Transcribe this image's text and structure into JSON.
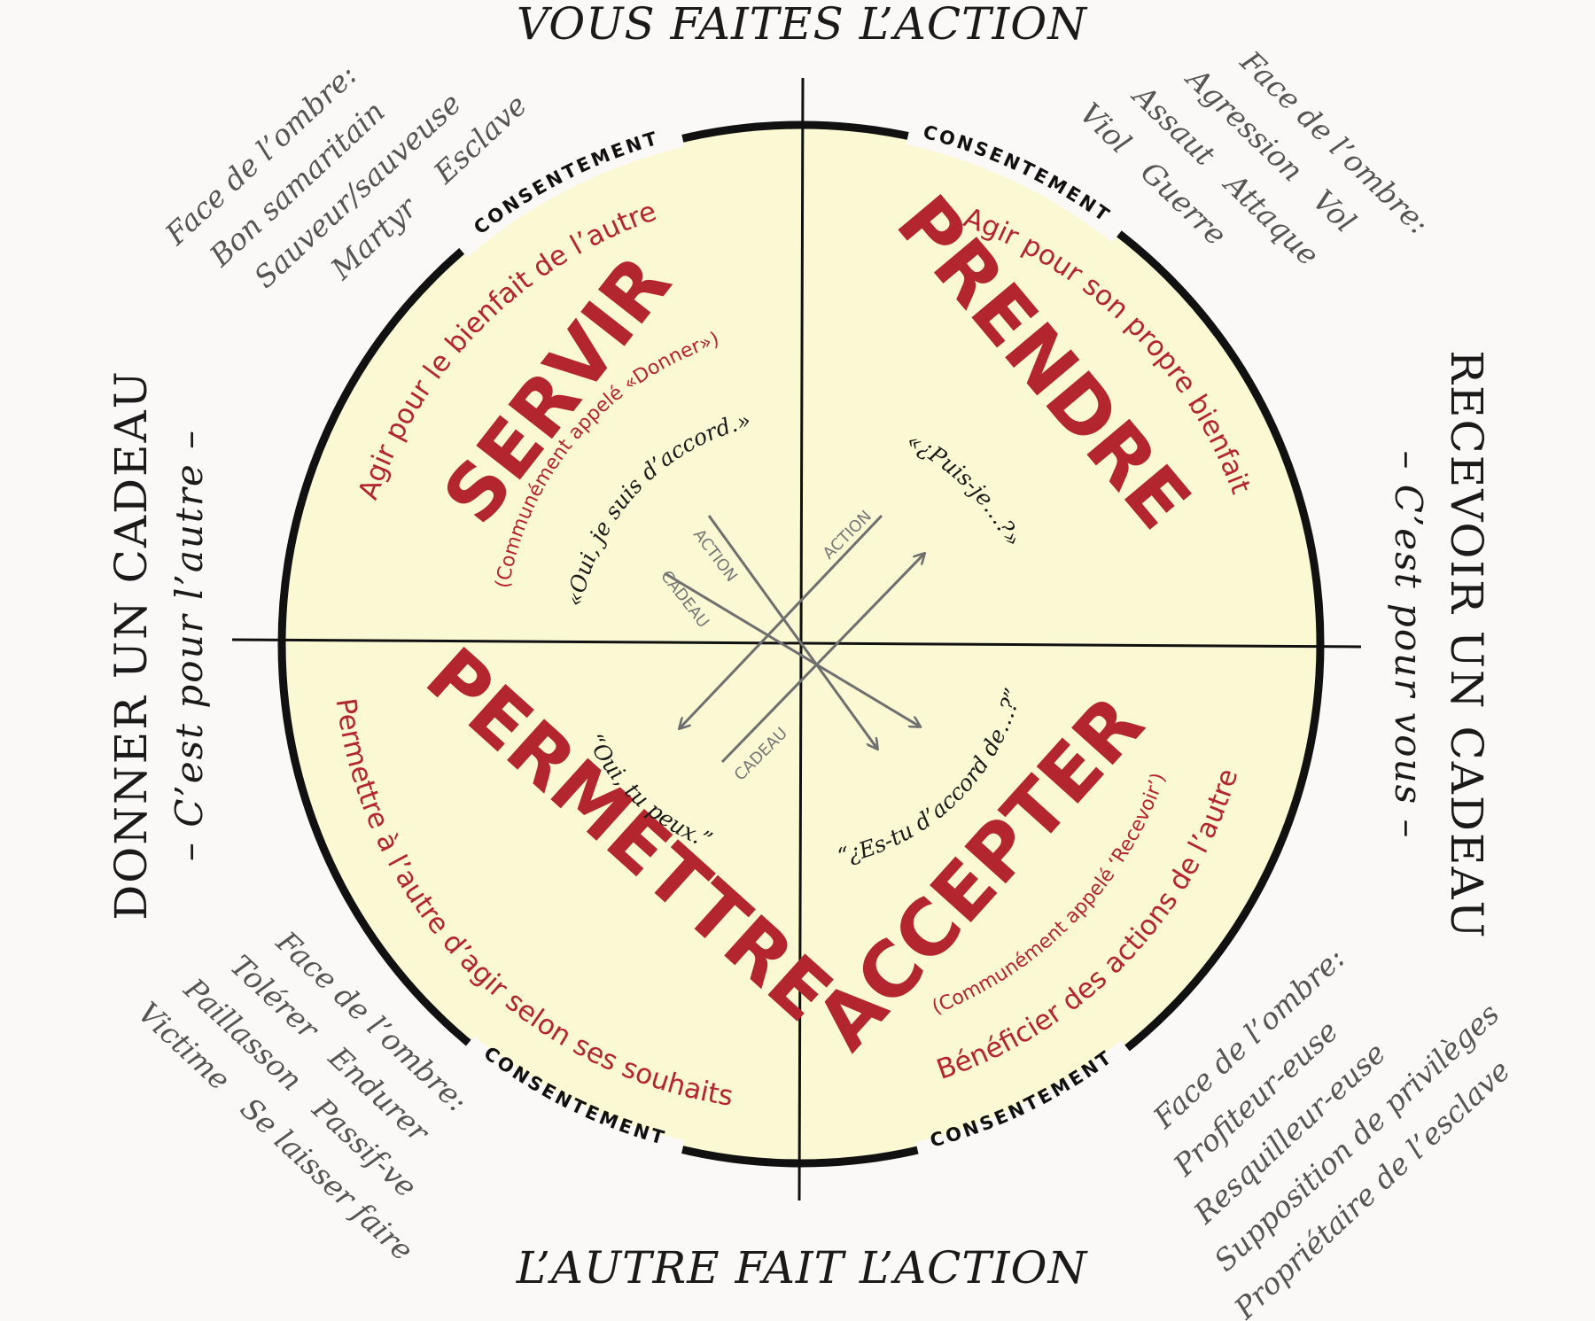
{
  "titles": {
    "top": "VOUS FAITES L’ACTION",
    "bottom": "L’AUTRE FAIT L’ACTION",
    "left": "DONNER UN CADEAU",
    "left_sub": "– C’est pour l’autre –",
    "right": "RECEVOIR UN CADEAU",
    "right_sub": "– C’est pour vous –"
  },
  "quadrants": {
    "servir": {
      "name": "SERVIR",
      "desc": "Agir pour le bienfait de l’autre",
      "paren": "(Communément appelé «Donner»)",
      "quote": "«Oui, je suis d’accord.»"
    },
    "prendre": {
      "name": "PRENDRE",
      "desc": "Agir pour son propre bienfait",
      "quote": "«¿Puis-je…?»"
    },
    "permettre": {
      "name": "PERMETTRE",
      "desc": "Permettre à l’autre d’agir selon ses souhaits",
      "quote": "“Oui, tu peux.”"
    },
    "accepter": {
      "name": "ACCEPTER",
      "desc": "Bénéficier des actions de l’autre",
      "paren": "(Communément appelé ‘Recevoir’)",
      "quote": "“¿Es-tu d’accord de…?”"
    }
  },
  "consent_label": "CONSENTEMENT",
  "arrow_labels": {
    "action": "ACTION",
    "cadeau": "CADEAU"
  },
  "shadows": {
    "top_left": [
      "Face de l’ombre:",
      "Bon samaritain",
      "Sauveur/sauveuse",
      "Martyr    Esclave"
    ],
    "top_right": [
      "Face de l’ombre:",
      "Agression   Vol",
      "Assaut   Attaque",
      "Viol   Guerre"
    ],
    "bottom_left": [
      "Face de l’ombre:",
      "Tolérer   Endurer",
      "Paillasson   Passif-ve",
      "Victime   Se laisser faire"
    ],
    "bottom_right": [
      "Face de l’ombre:",
      "Profiteur-euse",
      "Resquilleur-euse",
      "Supposition de privilèges",
      "Propriétaire de l’esclave"
    ]
  },
  "colors": {
    "circle_fill": "#fbf8d4",
    "accent_red": "#b3262d",
    "line": "#111111",
    "arrow": "#6f6f6f"
  }
}
